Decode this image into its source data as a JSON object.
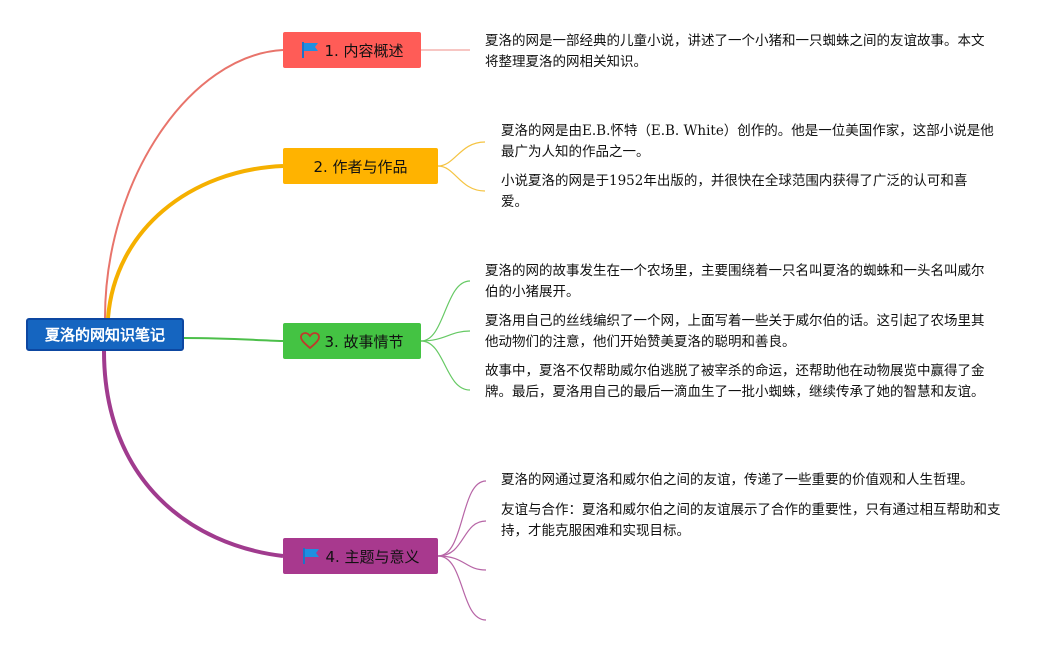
{
  "root": {
    "label": "夏洛的网知识笔记",
    "color": "#1565c0"
  },
  "branches": [
    {
      "label": "1. 内容概述",
      "color": "#ff5c57",
      "line_color": "#e8746b",
      "icon": "flag-icon",
      "leaves": [
        "夏洛的网是一部经典的儿童小说，讲述了一个小猪和一只蜘蛛之间的友谊故事。本文将整理夏洛的网相关知识。"
      ]
    },
    {
      "label": "2. 作者与作品",
      "color": "#ffb300",
      "line_color": "#f5b000",
      "icon": "",
      "leaves": [
        "夏洛的网是由E.B.怀特（E.B. White）创作的。他是一位美国作家，这部小说是他最广为人知的作品之一。",
        "小说夏洛的网是于1952年出版的，并很快在全球范围内获得了广泛的认可和喜爱。"
      ]
    },
    {
      "label": "3. 故事情节",
      "color": "#44c343",
      "line_color": "#4cbf4a",
      "icon": "heart-icon",
      "leaves": [
        "夏洛的网的故事发生在一个农场里，主要围绕着一只名叫夏洛的蜘蛛和一头名叫威尔伯的小猪展开。",
        "夏洛用自己的丝线编织了一个网，上面写着一些关于威尔伯的话。这引起了农场里其他动物们的注意，他们开始赞美夏洛的聪明和善良。",
        "故事中，夏洛不仅帮助威尔伯逃脱了被宰杀的命运，还帮助他在动物展览中赢得了金牌。最后，夏洛用自己的最后一滴血生了一批小蜘蛛，继续传承了她的智慧和友谊。"
      ]
    },
    {
      "label": "4. 主题与意义",
      "color": "#a8398e",
      "line_color": "#a03b8e",
      "icon": "flag-icon",
      "leaves": [
        "夏洛的网通过夏洛和威尔伯之间的友谊，传递了一些重要的价值观和人生哲理。",
        "友谊与合作：夏洛和威尔伯之间的友谊展示了合作的重要性，只有通过相互帮助和支持，才能克服困难和实现目标。"
      ]
    }
  ]
}
